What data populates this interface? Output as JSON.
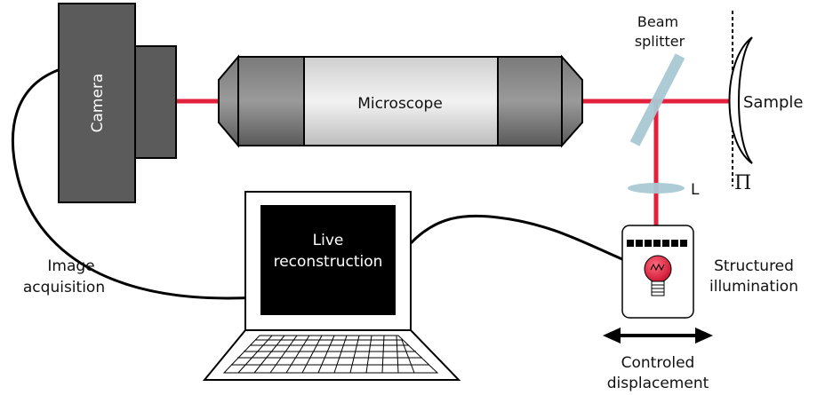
{
  "labels": {
    "camera": "Camera",
    "microscope": "Microscope",
    "beam_splitter_line1": "Beam",
    "beam_splitter_line2": "splitter",
    "sample": "Sample",
    "plane_symbol": "Π",
    "lens": "L",
    "screen_line1": "Live",
    "screen_line2": "reconstruction",
    "image_acq_line1": "Image",
    "image_acq_line2": "acquisition",
    "structured_line1": "Structured",
    "structured_line2": "illumination",
    "displacement_line1": "Controled",
    "displacement_line2": "displacement"
  },
  "colors": {
    "beam": "#e3213d",
    "camera_body": "#5b5b5b",
    "microscope_mid": "#d8d8d8",
    "microscope_dark": "#6a6a6a",
    "splitter": "#a9c9d3",
    "screen": "#000000",
    "bulb": "#e3213d"
  }
}
